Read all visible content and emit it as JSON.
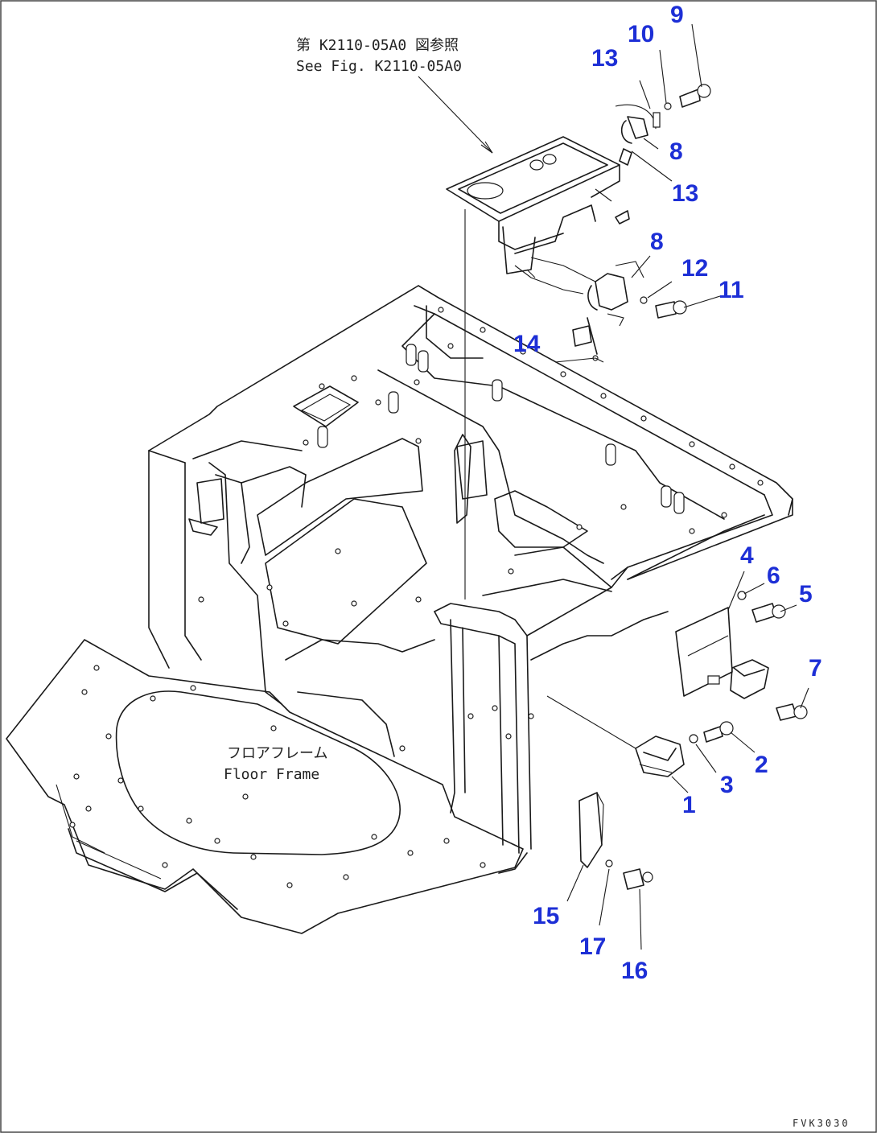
{
  "reference_note": {
    "line_jp": "第 K2110-05A0 図参照",
    "line_en": "See Fig. K2110-05A0"
  },
  "floor_frame_label": {
    "line_jp": "フロアフレーム",
    "line_en": "Floor Frame"
  },
  "part_numbers": [
    "1",
    "2",
    "3",
    "4",
    "5",
    "6",
    "7",
    "8",
    "8",
    "9",
    "10",
    "11",
    "12",
    "13",
    "13",
    "14",
    "15",
    "16",
    "17"
  ],
  "drawing_code": "FVK3030",
  "colors": {
    "callout": "#1d2fd6",
    "line": "#1a1a1a",
    "background": "#ffffff"
  }
}
